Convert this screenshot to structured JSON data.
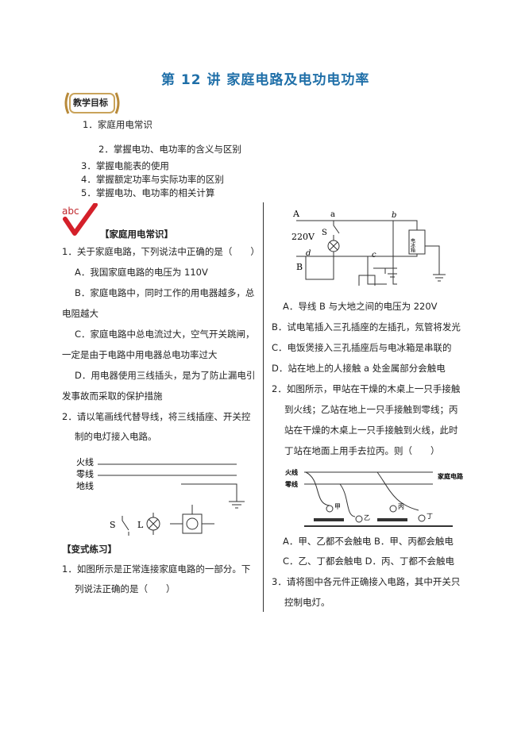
{
  "title": "第 12 讲   家庭电路及电功电功率",
  "goals_badge": "教学目标",
  "goals": [
    "1．家庭用电常识",
    "2．掌握电功、电功率的含义与区别",
    "3．掌握电能表的使用",
    "4．掌握额定功率与实际功率的区别",
    "5．掌握电功、电功率的相关计算"
  ],
  "abc_logo": "abc",
  "left": {
    "section1": "【家庭用电常识】",
    "q1": "1．关于家庭电路，下列说法中正确的是（　　）",
    "q1_A": "A．我国家庭电路的电压为 110V",
    "q1_B1": "B．家庭电路中，同时工作的用电器越多，总",
    "q1_B2": "电阻越大",
    "q1_C1": "C．家庭电路中总电流过大，空气开关跳闸，",
    "q1_C2": "一定是由于电路中用电器总电功率过大",
    "q1_D1": "D．用电器使用三线插头，是为了防止漏电引",
    "q1_D2": "发事故而采取的保护措施",
    "q2_1": "2．请以笔画线代替导线，将三线插座、开关控",
    "q2_2": "制的电灯接入电路。",
    "diagram1": {
      "live": "火线",
      "neutral": "零线",
      "ground": "地线",
      "switch": "S",
      "lamp": "L"
    },
    "section2": "【变式练习】",
    "v1_1": "1．如图所示是正常连接家庭电路的一部分。下",
    "v1_2": "列说法正确的是（　　）"
  },
  "right": {
    "diagram2": {
      "A": "A",
      "B": "B",
      "voltage": "220V",
      "a": "a",
      "b": "b",
      "c": "c",
      "d": "d",
      "S": "S",
      "fridge": "电冰箱"
    },
    "opt_A": "A．导线 B 与大地之间的电压为 220V",
    "opt_B": "B．试电笔插入三孔插座的左插孔，氖管将发光",
    "opt_C": "C．电饭煲接入三孔插座后与电冰箱是串联的",
    "opt_D": "D．站在地上的人接触 a 处金属部分会触电",
    "q2_1": "2．如图所示，甲站在干燥的木桌上一只手接触",
    "q2_2": "到火线；乙站在地上一只手接触到零线；丙",
    "q2_3": "站在干燥的木桌上一只手接触到火线，此时",
    "q2_4": "丁站在地面上用手去拉丙。则（　　）",
    "diagram3": {
      "live": "火线",
      "neutral": "零线",
      "circuit": "家庭电路",
      "p1": "甲",
      "p2": "乙",
      "p3": "丙",
      "p4": "丁"
    },
    "q2_AB": "A．甲、乙都不会触电 B．甲、丙都会触电",
    "q2_CD": "C．乙、丁都会触电 D．丙、丁都不会触电",
    "q3_1": "3．请将图中各元件正确接入电路，其中开关只",
    "q3_2": "控制电灯。"
  }
}
